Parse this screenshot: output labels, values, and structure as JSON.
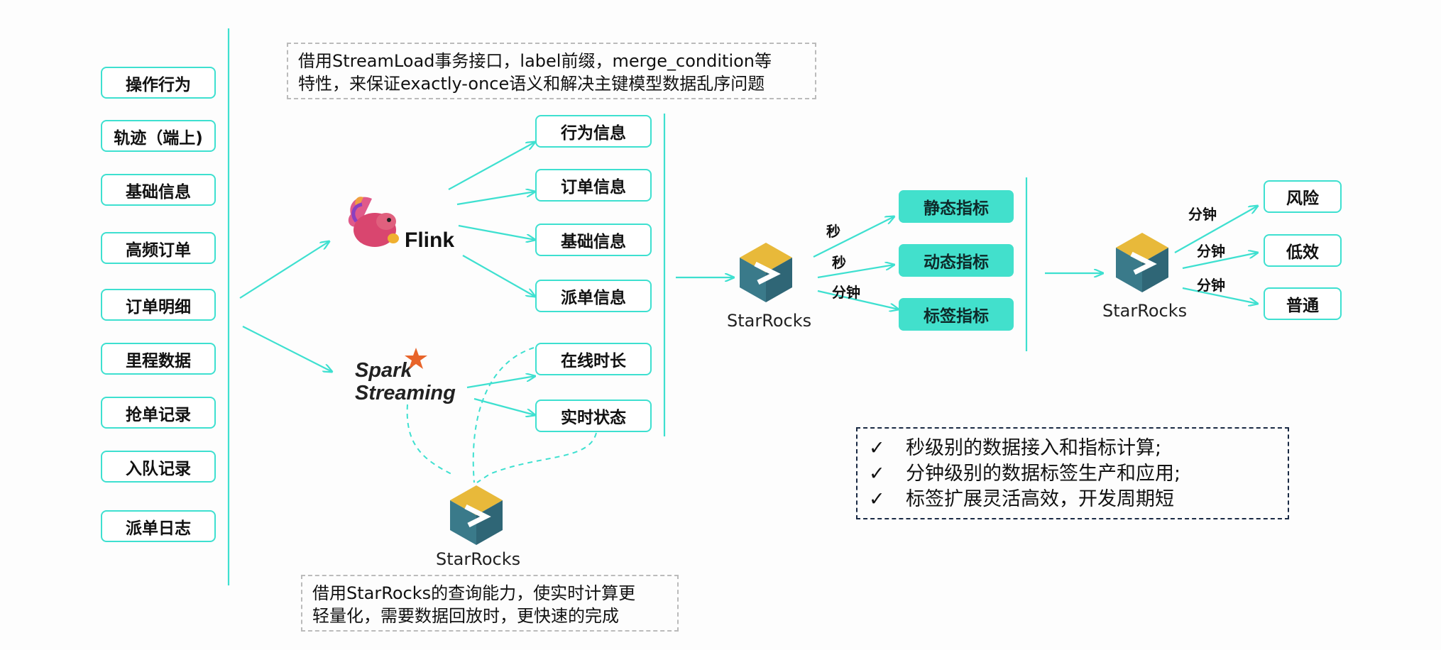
{
  "sources": [
    "操作行为",
    "轨迹（端上)",
    "基础信息",
    "高频订单",
    "订单明细",
    "里程数据",
    "抢单记录",
    "入队记录",
    "派单日志"
  ],
  "engines": {
    "flink": "Flink",
    "spark_line1": "Spark",
    "spark_line2": "Streaming"
  },
  "info": [
    "行为信息",
    "订单信息",
    "基础信息",
    "派单信息",
    "在线时长",
    "实时状态"
  ],
  "starrocks_label": "StarRocks",
  "metrics": [
    "静态指标",
    "动态指标",
    "标签指标"
  ],
  "metric_edges": [
    "秒",
    "秒",
    "分钟"
  ],
  "outputs": [
    "风险",
    "低效",
    "普通"
  ],
  "output_edges": [
    "分钟",
    "分钟",
    "分钟"
  ],
  "note_top": {
    "line1": "借用StreamLoad事务接口，label前缀，merge_condition等",
    "line2": "特性，来保证exactly-once语义和解决主键模型数据乱序问题"
  },
  "note_bottom": {
    "line1": "借用StarRocks的查询能力，使实时计算更",
    "line2": "轻量化，需要数据回放时，更快速的完成"
  },
  "summary": [
    "秒级别的数据接入和指标计算;",
    "分钟级别的数据标签生产和应用;",
    "标签扩展灵活高效，开发周期短"
  ],
  "check_mark": "✓",
  "colors": {
    "accent": "#3ee0d0",
    "metric_fill": "#42e0cc",
    "starrocks_yellow": "#e8b93a",
    "starrocks_teal": "#3a7a8a"
  },
  "icons": [
    "flink-squirrel-icon",
    "spark-star-icon",
    "starrocks-logo-icon"
  ]
}
